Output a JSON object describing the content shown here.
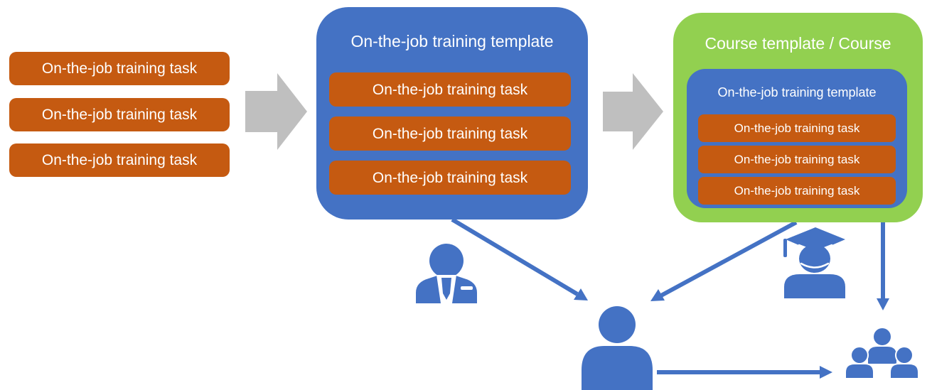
{
  "colors": {
    "task_orange": "#C55A11",
    "template_blue": "#4472C4",
    "course_green": "#92D050",
    "flow_gray": "#BFBFBF",
    "text_white": "#FFFFFF"
  },
  "left_tasks": [
    "On-the-job training task",
    "On-the-job training task",
    "On-the-job training task"
  ],
  "ojt_template": {
    "title": "On-the-job training template",
    "tasks": [
      "On-the-job training task",
      "On-the-job training task",
      "On-the-job training task"
    ]
  },
  "course": {
    "title": "Course template / Course",
    "ojt_template": {
      "title": "On-the-job training template",
      "tasks": [
        "On-the-job training task",
        "On-the-job training task",
        "On-the-job training task"
      ]
    }
  },
  "icons": {
    "flow_right": "gray-right-arrow-icon",
    "manager": "manager-icon",
    "graduate": "graduate-icon",
    "employee": "person-icon",
    "audience": "people-group-icon",
    "connectors": [
      "arrow-template-to-employee",
      "arrow-course-to-employee",
      "arrow-course-to-group",
      "arrow-employee-to-group"
    ]
  }
}
